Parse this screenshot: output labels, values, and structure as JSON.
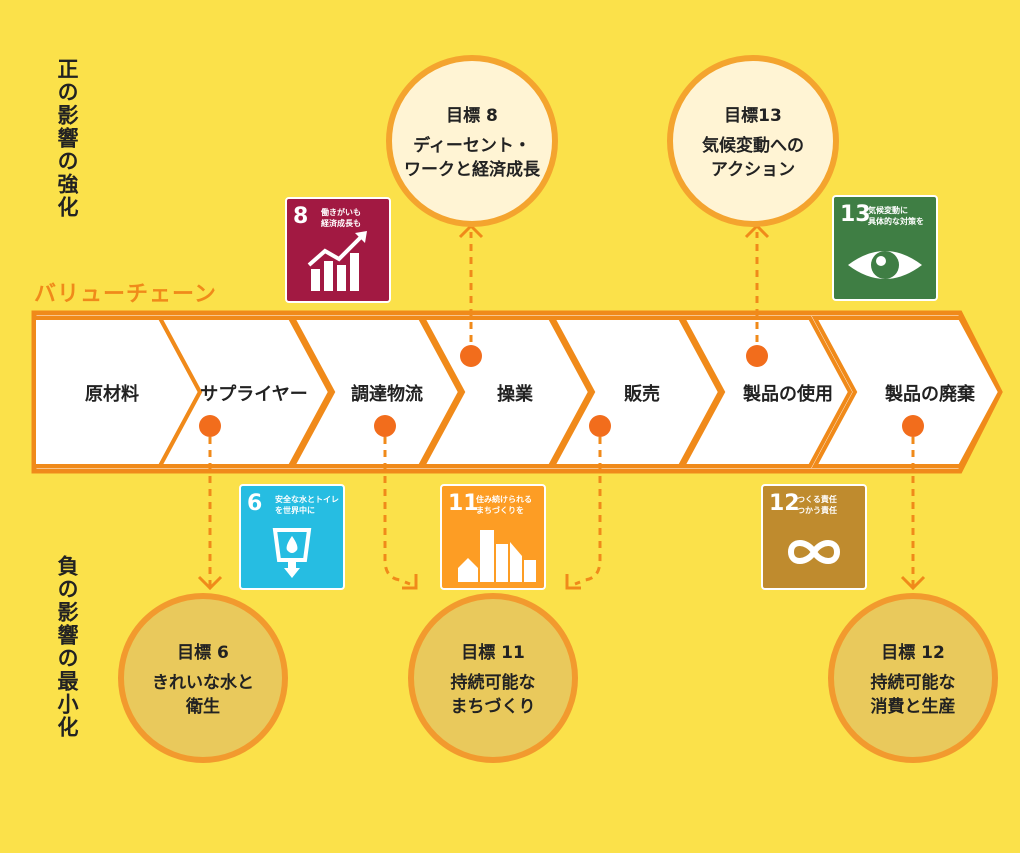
{
  "side_labels": {
    "positive": "正の影響の強化",
    "negative": "負の影響の最小化"
  },
  "value_chain_title": "バリューチェーン",
  "stages": [
    "原材料",
    "サプライヤー",
    "調達物流",
    "操業",
    "販売",
    "製品の使用",
    "製品の廃棄"
  ],
  "goals": [
    {
      "title": "目標 8",
      "body": "ディーセント・\nワークと経済成長"
    },
    {
      "title": "目標13",
      "body": "気候変動への\nアクション"
    },
    {
      "title": "目標 6",
      "body": "きれいな水と\n衛生"
    },
    {
      "title": "目標 11",
      "body": "持続可能な\nまちづくり"
    },
    {
      "title": "目標 12",
      "body": "持続可能な\n消費と生産"
    }
  ],
  "sdg_icons": [
    {
      "num": "8",
      "text": "働きがいも\n経済成長も",
      "color": "#a21942",
      "icon": "growth-chart-icon"
    },
    {
      "num": "13",
      "text": "気候変動に\n具体的な対策を",
      "color": "#3f7e44",
      "icon": "earth-eye-icon"
    },
    {
      "num": "6",
      "text": "安全な水とトイレ\nを世界中に",
      "color": "#26bde2",
      "icon": "water-drop-icon"
    },
    {
      "num": "11",
      "text": "住み続けられる\nまちづくりを",
      "color": "#fd9d24",
      "icon": "city-buildings-icon"
    },
    {
      "num": "12",
      "text": "つくる責任\nつかう責任",
      "color": "#bf8b2e",
      "icon": "infinity-icon"
    }
  ],
  "colors": {
    "background": "#fbe14a",
    "accent": "#f08a1a",
    "dot": "#f26d1c"
  }
}
